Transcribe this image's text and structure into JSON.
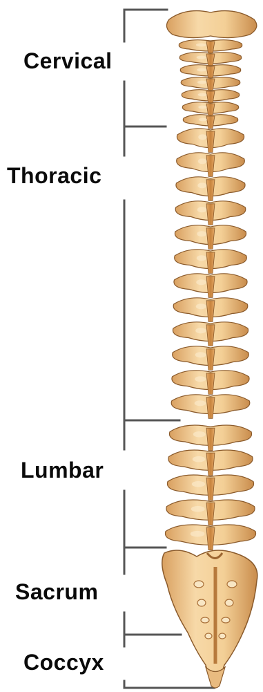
{
  "labels": {
    "cervical": "Cervical",
    "thoracic": "Thoracic",
    "lumbar": "Lumbar",
    "sacrum": "Sacrum",
    "coccyx": "Coccyx"
  },
  "colors": {
    "bone_light": "#f6d6a2",
    "bone_mid": "#e8b676",
    "bone_dark": "#b98246",
    "outline": "#8a5a2b",
    "bracket": "#555555",
    "label_text": "#0a0a0a"
  }
}
